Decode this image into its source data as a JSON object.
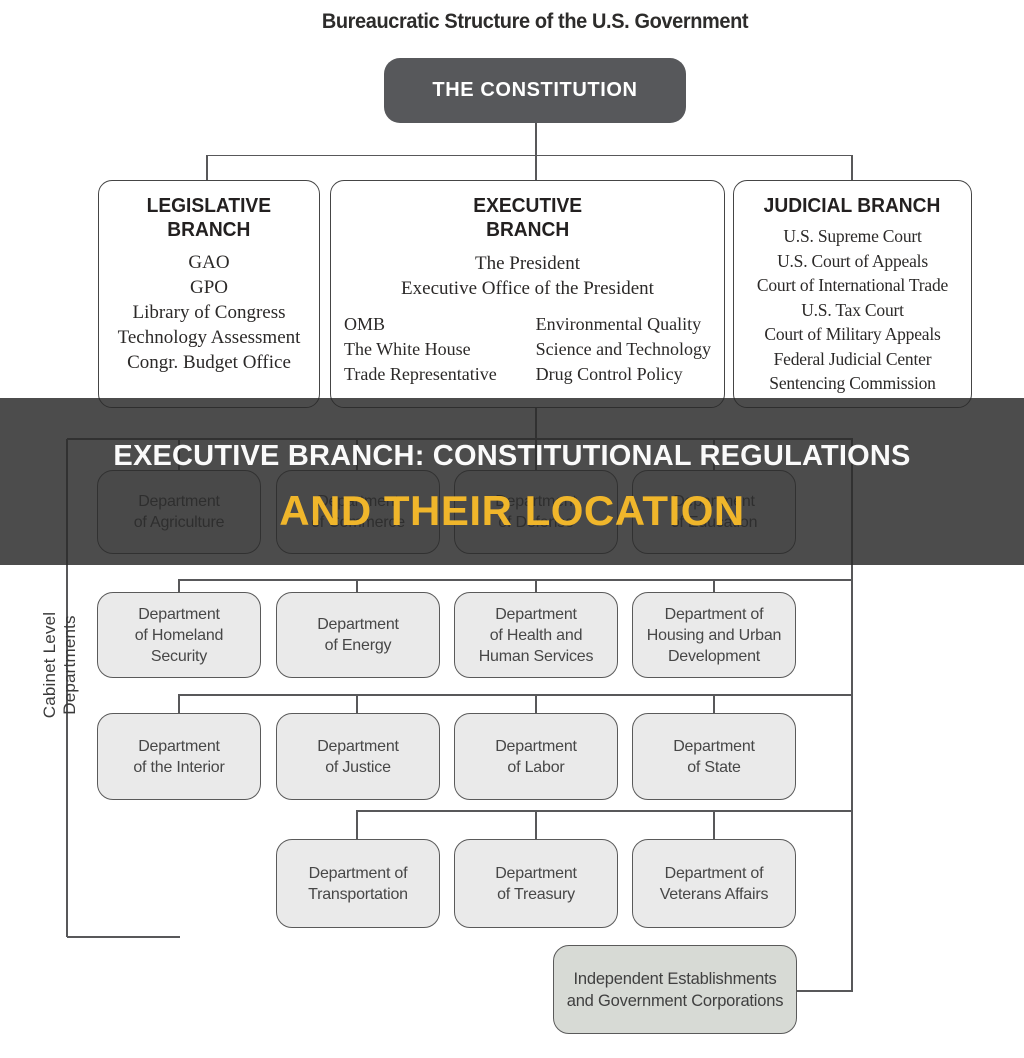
{
  "title": "Bureaucratic Structure of the U.S. Government",
  "constitution": {
    "label": "THE CONSTITUTION"
  },
  "branches": {
    "legislative": {
      "title": "LEGISLATIVE\nBRANCH",
      "items": "GAO\nGPO\nLibrary of Congress\nTechnology Assessment\nCongr. Budget Office"
    },
    "executive": {
      "title": "EXECUTIVE\nBRANCH",
      "leaders": "The President\nExecutive Office of the President",
      "offices_left": "OMB\nThe White House\nTrade Representative",
      "offices_right": "Environmental Quality\nScience and Technology\nDrug Control Policy"
    },
    "judicial": {
      "title": "JUDICIAL BRANCH",
      "items": "U.S. Supreme Court\nU.S. Court of Appeals\nCourt of International Trade\nU.S. Tax Court\nCourt of Military Appeals\nFederal Judicial Center\nSentencing Commission"
    }
  },
  "banner": {
    "line1": "EXECUTIVE BRANCH: CONSTITUTIONAL REGULATIONS",
    "line2": "AND THEIR LOCATION",
    "line1_color": "#FAFAFA",
    "line2_color": "#F0B62B",
    "overlay_color": "rgba(42,42,42,0.84)"
  },
  "cabinet_label": "Cabinet Level Departments",
  "departments": {
    "row1": [
      "Department\nof Agriculture",
      "Department\nof Commerce",
      "Department\nof Defense",
      "Department\nof Education"
    ],
    "row2": [
      "Department\nof Homeland\nSecurity",
      "Department\nof Energy",
      "Department\nof Health and\nHuman Services",
      "Department of\nHousing and Urban\nDevelopment"
    ],
    "row3": [
      "Department\nof the Interior",
      "Department\nof Justice",
      "Department\nof Labor",
      "Department\nof State"
    ],
    "row4": [
      "Department of\nTransportation",
      "Department\nof Treasury",
      "Department of\nVeterans Affairs"
    ]
  },
  "independent": {
    "label": "Independent Establishments\nand Government Corporations"
  },
  "colors": {
    "accent_yellow": "#F0B62B",
    "constitution_bg": "#57585B",
    "department_fill": "#EAEAEA",
    "independent_fill": "#D7DAD5",
    "connector_line": "#58585A"
  }
}
